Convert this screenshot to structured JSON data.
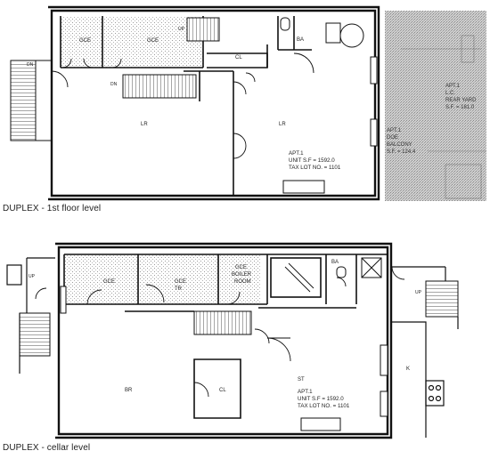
{
  "floor1": {
    "caption": "DUPLEX - 1st floor level",
    "rooms": {
      "gce_left": "GCE",
      "gce_right": "GCE",
      "cl": "CL",
      "ba": "BA",
      "lr_left": "LR",
      "lr_right": "LR"
    },
    "stair_up": "UP",
    "stair_dn": "DN",
    "entry_dn": "DN",
    "info": {
      "apt": "APT.1",
      "unit": "UNIT S.F = 1592.0",
      "lot": "TAX LOT NO. = 1101"
    },
    "exterior": {
      "yard_l1": "APT.1",
      "yard_l2": "L.C.",
      "yard_l3": "REAR YARD",
      "yard_l4": "S.F. = 181.0",
      "balc_l1": "APT.1",
      "balc_l2": "DOE",
      "balc_l3": "BALCONY",
      "balc_l4": "S.F. = 124.4"
    }
  },
  "cellar": {
    "caption": "DUPLEX - cellar level",
    "rooms": {
      "gce": "GCE",
      "gce_tr": "GCE",
      "tr": "TR",
      "boiler_1": "GCE",
      "boiler_2": "BOILER",
      "boiler_3": "ROOM",
      "ba": "BA",
      "br": "BR",
      "cl": "CL",
      "st": "ST",
      "k": "K"
    },
    "up_left": "UP",
    "up_right": "UP",
    "info": {
      "apt": "APT.1",
      "unit": "UNIT S.F = 1592.0",
      "lot": "TAX LOT NO. = 1101"
    }
  }
}
